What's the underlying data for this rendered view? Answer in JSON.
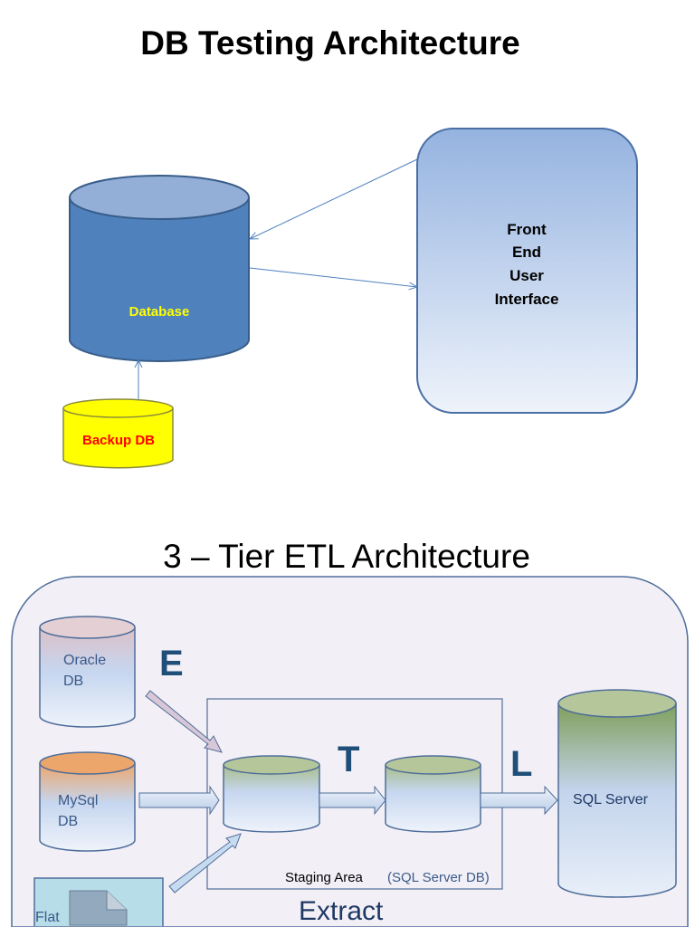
{
  "db_testing": {
    "title": "DB Testing Architecture",
    "database_label": "Database",
    "backup_label": "Backup DB",
    "frontend_lines": [
      "Front",
      "End",
      "User",
      "Interface"
    ]
  },
  "etl": {
    "title": "3 – Tier ETL Architecture",
    "oracle_lines": [
      "Oracle",
      "DB"
    ],
    "mysql_lines": [
      "MySql",
      "DB"
    ],
    "flat_label": "Flat",
    "e_label": "E",
    "t_label": "T",
    "l_label": "L",
    "staging_label": "Staging Area",
    "staging_sub": "(SQL Server DB)",
    "target_label": "SQL Server",
    "extract_label": "Extract"
  },
  "colors": {
    "database": "#4f81bd",
    "backup": "#ffff00",
    "backup_text": "#ff0000",
    "database_text": "#ffff00",
    "letter": "#1f4e79"
  }
}
